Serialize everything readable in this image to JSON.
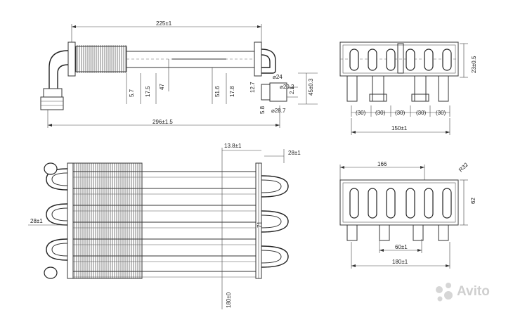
{
  "dims": {
    "top_len_225": "225±1",
    "top_len_296": "296±1.5",
    "v_5_7": "5.7",
    "v_17_5": "17.5",
    "v_47": "47",
    "v_51_6": "51.6",
    "v_17_8": "17.8",
    "v_12_7": "12.7",
    "d_24": "⌀24",
    "d_20_2": "⌀20.2",
    "v_2_1": "2.1",
    "v_45": "45±0.3",
    "v_5_8": "5.8",
    "d_28_7": "⌀28.7",
    "side_23": "23±0.5",
    "pitch_30": "(30)",
    "side_150": "150±1",
    "bot_13_8": "13.8±1",
    "bot_28_top": "28±1",
    "bot_28_left": "28±1",
    "bot_71": "71",
    "bot_180_v": "180±0",
    "end_166": "166",
    "end_r32": "R32",
    "end_62": "62",
    "end_60": "60±1",
    "end_180": "180±1"
  },
  "watermark": {
    "text": "Avito"
  }
}
